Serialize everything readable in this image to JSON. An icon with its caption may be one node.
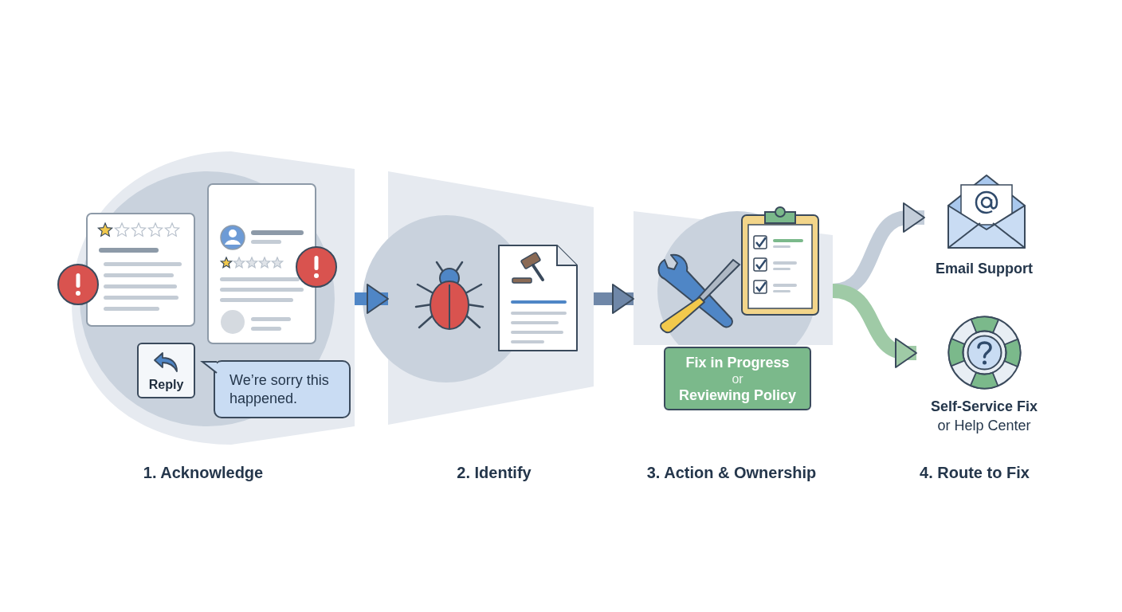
{
  "diagram": {
    "nodes": [
      {
        "text": [
          "1. Acknowledge"
        ]
      },
      {
        "text": [
          "Reply"
        ],
        "in": 0
      },
      {
        "text": [
          "We’re sorry this happened."
        ],
        "in": 0
      },
      {
        "text": [
          "2. Identify"
        ]
      },
      {
        "text": [],
        "shape": "box"
      },
      {
        "text": [
          "Fix in Progress",
          "or",
          "Reviewing Policy"
        ]
      },
      {
        "text": [
          "Email Support"
        ]
      },
      {
        "text": [
          "Self-Service Fix",
          "or Help Center"
        ]
      }
    ],
    "edges": [
      {
        "from": 0,
        "to": 3,
        "arrow": "to",
        "color": "#4f86c6"
      },
      {
        "from": 3,
        "to": 4,
        "arrow": "to",
        "color": "#6f87a8"
      },
      {
        "from": 4,
        "to": 6,
        "arrow": "to",
        "color": "#c3cdd9"
      },
      {
        "from": 4,
        "to": 7,
        "arrow": "to",
        "color": "#9fcaa6"
      }
    ],
    "labels": [
      "3. Action & Ownership",
      "4. Route to Fix"
    ]
  }
}
